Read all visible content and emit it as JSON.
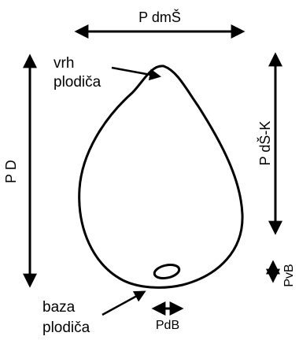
{
  "labels": {
    "top_width": "P dmŠ",
    "length": "P D",
    "widest_to_base": "P dŠ-K",
    "apex_line1": "vrh",
    "apex_line2": "plodiča",
    "base_line1": "baza",
    "base_line2": "plodiča",
    "base_width": "PdB",
    "base_height": "PvB"
  }
}
